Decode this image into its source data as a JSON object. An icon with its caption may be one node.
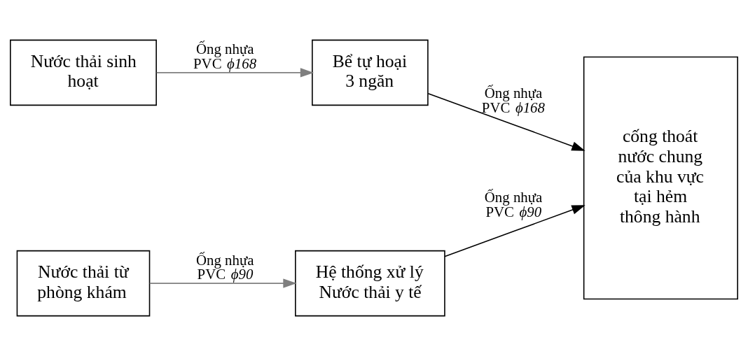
{
  "diagram": {
    "nodes": [
      {
        "text": [
          "Nước thải sinh hoạt"
        ]
      },
      {
        "text": [
          "Bể tự hoại 3 ngăn"
        ]
      },
      {
        "text": [
          "cống thoát nước chung của khu vực tại hẻm thông hành"
        ]
      },
      {
        "text": [
          "Nước thải từ phòng khám"
        ]
      },
      {
        "text": [
          "Hệ thống xử lý Nước thải y tế"
        ]
      }
    ],
    "edges": [
      {
        "from": 0,
        "to": 1,
        "arrow": "to",
        "label": "Ống nhựa PVC *ϕ168*",
        "color": "#7f7f7f"
      },
      {
        "from": 1,
        "to": 2,
        "arrow": "to",
        "label": "Ống nhựa PVC *ϕ168*",
        "color": "#000000"
      },
      {
        "from": 3,
        "to": 4,
        "arrow": "to",
        "label": "Ống nhựa PVC *ϕ90*",
        "color": "#7f7f7f"
      },
      {
        "from": 4,
        "to": 2,
        "arrow": "to",
        "label": "Ống nhựa PVC *ϕ90*",
        "color": "#000000"
      }
    ]
  }
}
